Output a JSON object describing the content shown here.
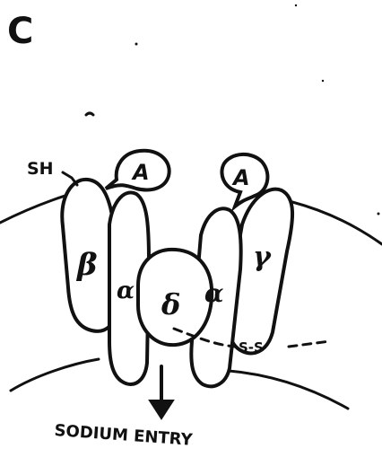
{
  "panel_letter": "C",
  "labels": {
    "sh": "SH",
    "ligand_left": "A",
    "ligand_right": "A",
    "beta": "β",
    "alpha_left": "α",
    "delta": "δ",
    "alpha_right": "α",
    "gamma": "γ",
    "disulfide": "S-S",
    "caption": "SODIUM ENTRY"
  }
}
